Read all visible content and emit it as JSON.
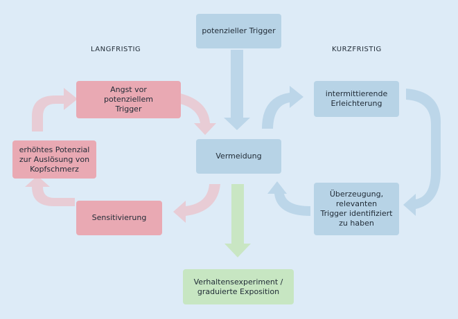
{
  "labels": {
    "left": "LANGFRISTIG",
    "right": "KURZFRISTIG"
  },
  "nodes": {
    "trigger": "potenzieller Trigger",
    "angst": "Angst vor\npotenziellem\nTrigger",
    "potenzial": "erhöhtes Potenzial\nzur Auslösung von\nKopfschmerz",
    "sensitivierung": "Sensitivierung",
    "vermeidung": "Vermeidung",
    "erleichterung": "intermittierende\nErleichterung",
    "ueberzeugung": "Überzeugung,\nrelevanten\nTrigger identifiziert\nzu haben",
    "experiment": "Verhaltensexperiment /\ngraduierte Exposition"
  },
  "colors": {
    "background": "#ddebf7",
    "blue_box": "#b7d3e6",
    "red_box": "#e9a9b3",
    "green_box": "#c7e6c2",
    "blue_arrow": "#bcd6e9",
    "red_arrow": "#e8ccd5",
    "green_arrow": "#c9e6c3"
  }
}
